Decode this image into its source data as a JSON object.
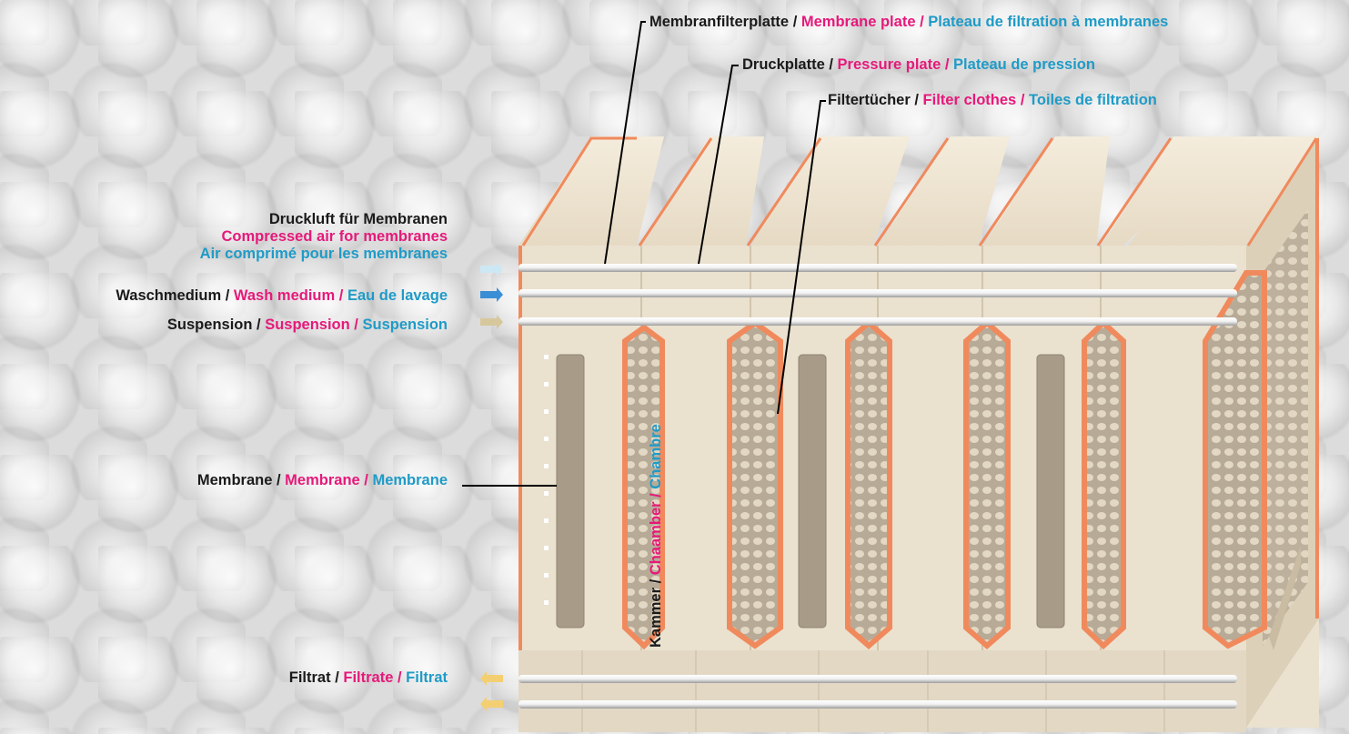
{
  "labels": {
    "membrane_plate": {
      "de": "Membranfilterplatte",
      "en": "Membrane plate",
      "fr": "Plateau de filtration à membranes"
    },
    "pressure_plate": {
      "de": "Druckplatte",
      "en": "Pressure plate",
      "fr": "Plateau de pression"
    },
    "filter_clothes": {
      "de": "Filtertücher",
      "en": "Filter clothes",
      "fr": "Toiles de filtration"
    },
    "compressed_air": {
      "de": "Druckluft für Membranen",
      "en": "Compressed air for membranes",
      "fr": "Air comprimé pour les membranes"
    },
    "wash_medium": {
      "de": "Waschmedium",
      "en": "Wash medium",
      "fr": "Eau de lavage"
    },
    "suspension": {
      "de": "Suspension",
      "en": "Suspension",
      "fr": "Suspension"
    },
    "membrane": {
      "de": "Membrane",
      "en": "Membrane",
      "fr": "Membrane"
    },
    "filtrate": {
      "de": "Filtrat",
      "en": "Filtrate",
      "fr": "Filtrat"
    },
    "chamber": {
      "de": "Kammer",
      "en": "Chaamber",
      "fr": "Chambre"
    }
  },
  "separator": " / ",
  "colors": {
    "de": "#1a1a1a",
    "en": "#e6197a",
    "fr": "#1f9bc7",
    "plate": "#ede4d3",
    "plate_shadow": "#d8ccb5",
    "cloth_edge": "#f08a5d",
    "pipe": "#f7f7f7"
  },
  "arrows": {
    "compressed_air": "light-blue-arrow",
    "wash_medium": "blue-arrow",
    "suspension": "tan-arrow",
    "filtrate": "yellow-arrow"
  }
}
